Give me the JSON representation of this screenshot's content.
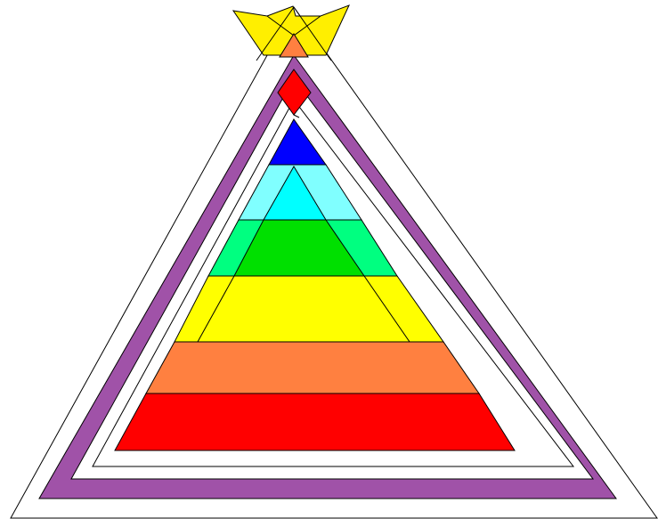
{
  "diagram": {
    "kind": "layered-pyramid-drawing",
    "text": [],
    "colors": {
      "background": "#ffffff",
      "outline": "#000000",
      "purple_band": "#a052a8",
      "crown": "#ffef00",
      "crown_tip": "#ff8040",
      "diamond": "#ff0000",
      "blue": "#0000ff",
      "cyan": "#80ffff",
      "cyan_inner": "#00ffff",
      "green_outer": "#00ff80",
      "green_inner": "#00e000",
      "yellow_outer": "#ffff00",
      "yellow_inner": "#ffff00",
      "orange": "#ff8040",
      "red": "#ff0000"
    },
    "layers": [
      {
        "name": "crown",
        "color_key": "crown"
      },
      {
        "name": "crown-tip",
        "color_key": "crown_tip"
      },
      {
        "name": "diamond",
        "color_key": "diamond"
      },
      {
        "name": "blue-tier",
        "color_key": "blue"
      },
      {
        "name": "cyan-tier",
        "color_key": "cyan"
      },
      {
        "name": "green-tier",
        "color_key": "green_outer"
      },
      {
        "name": "yellow-tier",
        "color_key": "yellow_outer"
      },
      {
        "name": "orange-tier",
        "color_key": "orange"
      },
      {
        "name": "red-tier",
        "color_key": "red"
      }
    ]
  }
}
